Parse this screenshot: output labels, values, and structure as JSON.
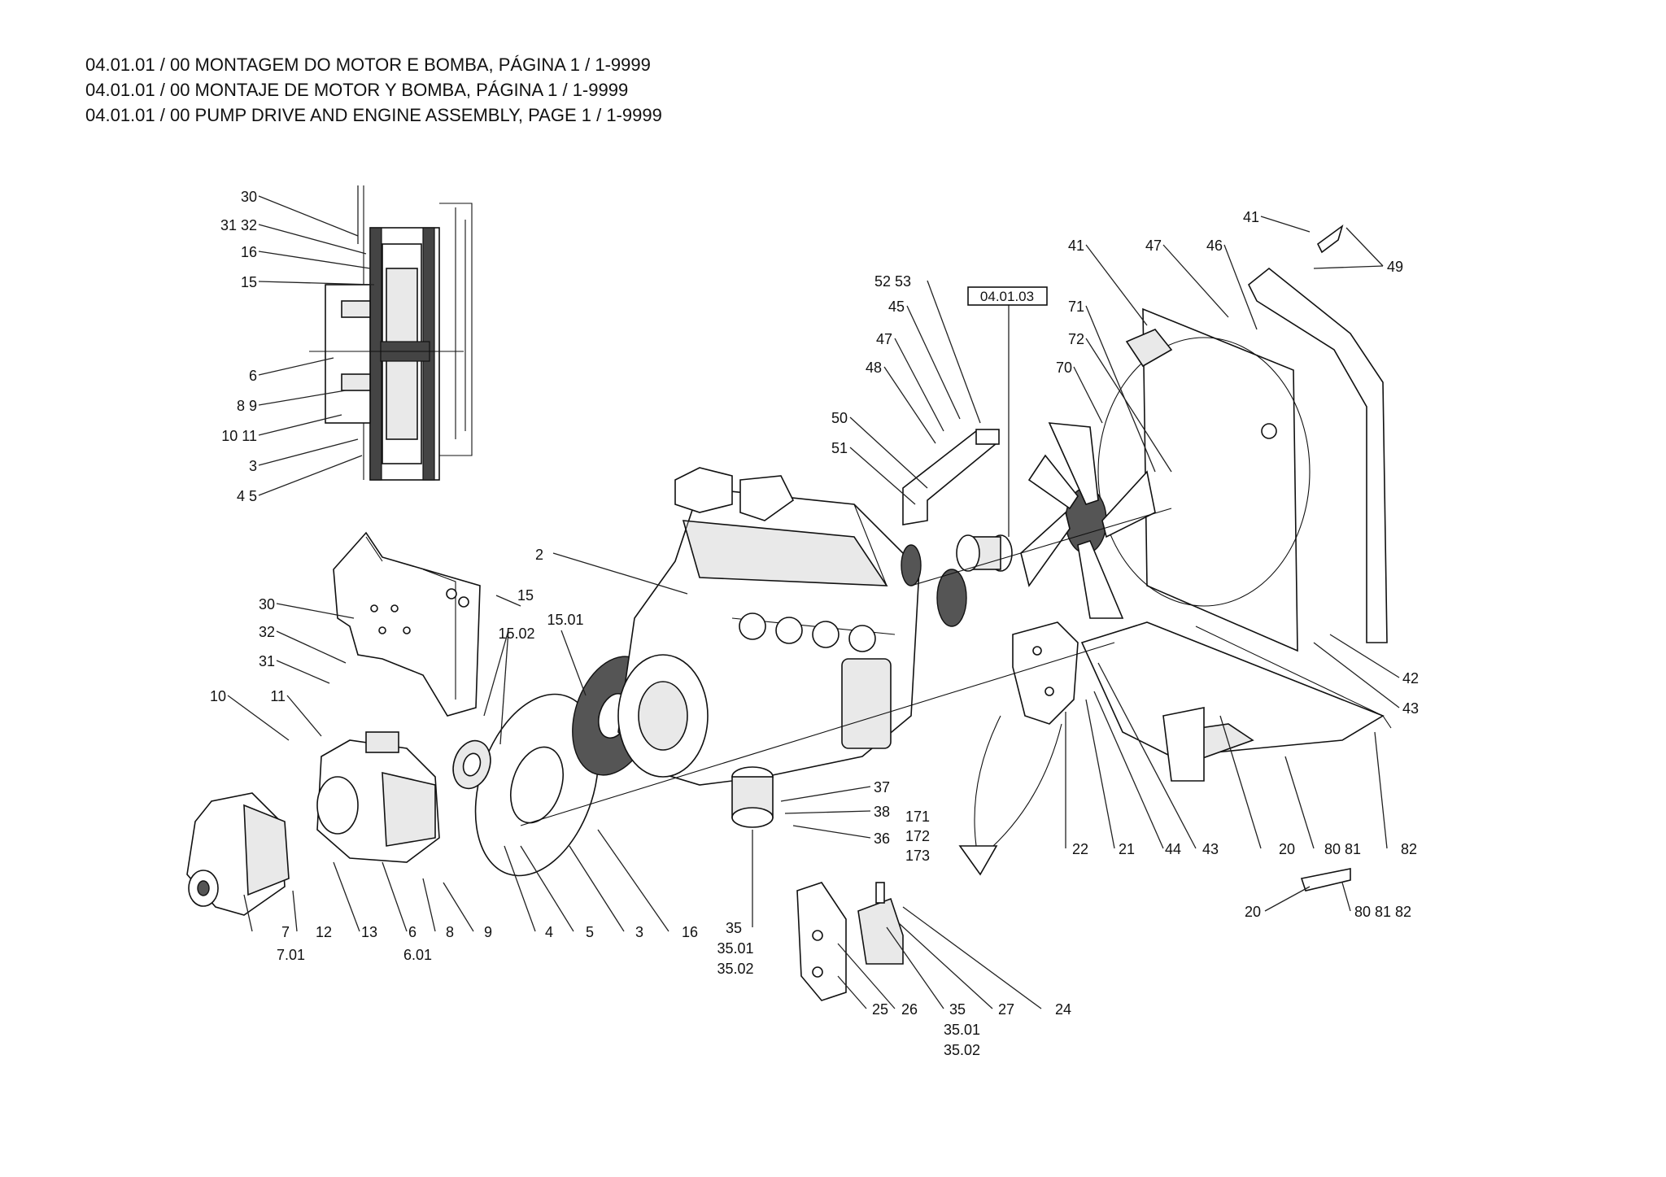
{
  "header": {
    "lines": [
      "04.01.01 / 00 MONTAGEM DO MOTOR E BOMBA, PÁGINA 1 / 1-9999",
      "04.01.01 / 00 MONTAJE DE MOTOR Y BOMBA, PÁGINA 1 / 1-9999",
      "04.01.01 / 00 PUMP DRIVE AND ENGINE ASSEMBLY, PAGE 1 / 1-9999"
    ]
  },
  "reference_box": "04.01.03",
  "callouts": {
    "detail": [
      "30",
      "31 32",
      "16",
      "15",
      "6",
      "8  9",
      "10 11",
      "3",
      "4  5"
    ],
    "bracket": [
      "30",
      "32",
      "31"
    ],
    "pump_drive": [
      "10",
      "11",
      "15",
      "15.02",
      "15.01",
      "2"
    ],
    "pump_row": [
      "7",
      "7.01",
      "12",
      "13",
      "6",
      "6.01",
      "8",
      "9",
      "4",
      "5",
      "3",
      "16"
    ],
    "engine_mount": [
      "37",
      "38",
      "36",
      "35",
      "35.01",
      "35.02"
    ],
    "mount_detail": [
      "171",
      "172",
      "173",
      "25",
      "26",
      "35",
      "35.01",
      "35.02",
      "27",
      "24"
    ],
    "fan_top": [
      "52  53",
      "45",
      "47",
      "48",
      "50",
      "51",
      "41",
      "71",
      "72",
      "70",
      "41",
      "47",
      "46",
      "49"
    ],
    "right_side": [
      "42",
      "43",
      "22",
      "21",
      "44",
      "43",
      "20",
      "80  81",
      "82"
    ],
    "bottom_right": [
      "20",
      "80 81 82"
    ]
  }
}
